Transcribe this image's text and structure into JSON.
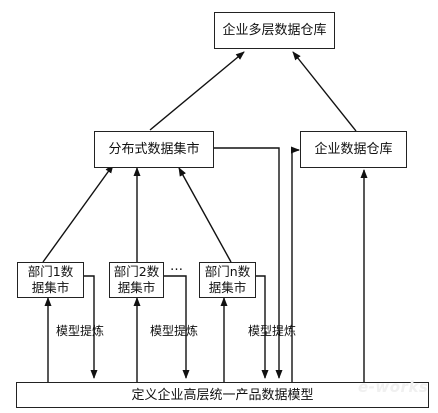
{
  "nodes": {
    "top": "企业多层数据仓库",
    "distributed": "分布式数据集市",
    "enterprise_dw": "企业数据仓库",
    "dept1": [
      "部门1数",
      "据集市"
    ],
    "dept2": [
      "部门2数",
      "据集市"
    ],
    "deptn": [
      "部门n数",
      "据集市"
    ],
    "ellipsis": "…",
    "bottom": "定义企业高层统一产品数据模型"
  },
  "edge_labels": {
    "l1": "模型提炼",
    "l2": "模型提炼",
    "l3": "模型提炼"
  },
  "watermark": "e-works"
}
